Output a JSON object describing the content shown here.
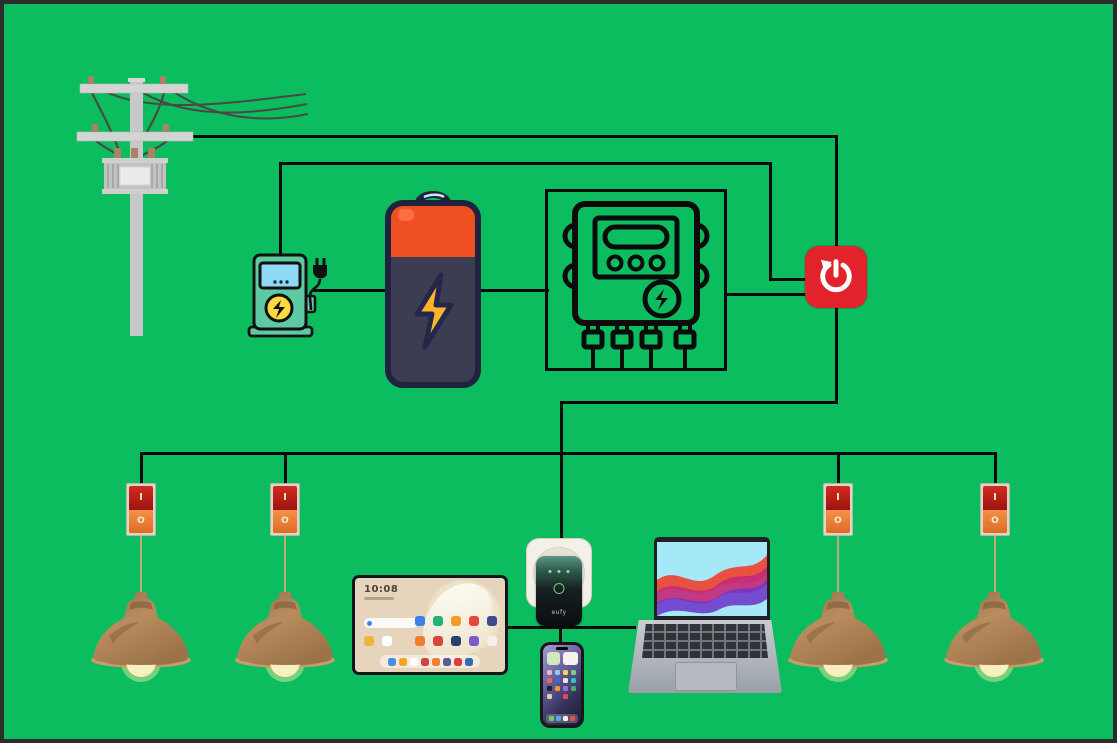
{
  "scene": {
    "background_color": "#0cbd60",
    "frame_color": "#2c2c2c",
    "wire_color": "#0b0b0b",
    "description": "Home electrical wiring diagram on green background"
  },
  "labels": {
    "tablet_clock": "10:08",
    "plug_brand": "eufy",
    "switch_on": "I",
    "switch_off": "O"
  },
  "colors": {
    "power_button": "#e3232b",
    "battery_top": "#f04f21",
    "battery_body": "#3c3c52",
    "lightning_bolt": "#ffb42a",
    "ev_charger": "#5ecaa3",
    "switch_red": "#c2201c",
    "switch_orange": "#ee7d33",
    "lamp_shade": "#a97f55",
    "socket_white": "#f3f0e8"
  },
  "nodes": [
    {
      "id": "utility-pole",
      "icon": "utility-pole-transformer-icon"
    },
    {
      "id": "ev-charger",
      "icon": "ev-charging-station-icon"
    },
    {
      "id": "battery",
      "icon": "battery-lightning-icon"
    },
    {
      "id": "distribution-meter",
      "icon": "electric-meter-box-icon"
    },
    {
      "id": "power-button",
      "icon": "power-restart-icon"
    },
    {
      "id": "rocker-switch",
      "count": 4,
      "icon": "rocker-switch-icon"
    },
    {
      "id": "pendant-lamp",
      "count": 4,
      "icon": "pendant-lamp-icon"
    },
    {
      "id": "tablet",
      "icon": "tablet-device"
    },
    {
      "id": "smart-plug",
      "icon": "smart-plug-in-socket"
    },
    {
      "id": "smartphone",
      "icon": "smartphone-device"
    },
    {
      "id": "laptop",
      "icon": "laptop-device"
    }
  ],
  "connections": [
    "utility-pole -> power-button (top line)",
    "ev-charger -> power-button (upper loop)",
    "ev-charger -> battery",
    "battery -> distribution-meter",
    "distribution-meter -> power-button",
    "power-button -> distribution-bus",
    "distribution-bus -> switch-1 -> lamp-1",
    "distribution-bus -> switch-2 -> lamp-2",
    "distribution-bus -> smart-plug",
    "smart-plug -> smartphone",
    "tablet - smart-plug - laptop (device line)",
    "distribution-bus -> switch-3 -> lamp-3",
    "distribution-bus -> switch-4 -> lamp-4"
  ]
}
